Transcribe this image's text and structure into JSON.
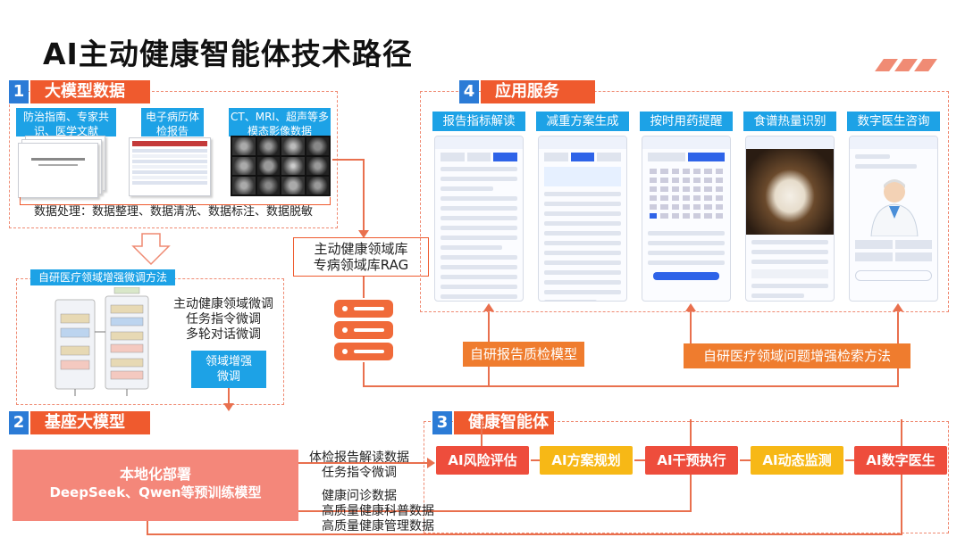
{
  "title": "AI主动健康智能体技术路径",
  "section1": {
    "num": "1",
    "header": "大模型数据",
    "sources": [
      "防治指南、专家共识、医学文献",
      "电子病历体检报告",
      "CT、MRI、超声等多模态影像数据"
    ],
    "processing": "数据处理：数据整理、数据清洗、数据标注、数据脱敏"
  },
  "finetune": {
    "header": "自研医疗领域增强微调方法",
    "lines": [
      "主动健康领域微调",
      "任务指令微调",
      "多轮对话微调"
    ],
    "domain_button": "领域增强微调"
  },
  "section2": {
    "num": "2",
    "header": "基座大模型",
    "deploy_line1": "本地化部署",
    "deploy_line2": "DeepSeek、Qwen等预训练模型",
    "flow1": [
      "体检报告解读数据",
      "任务指令微调"
    ],
    "flow2": [
      "健康问诊数据",
      "高质量健康科普数据",
      "高质量健康管理数据"
    ]
  },
  "rag": {
    "line1": "主动健康领域库",
    "line2": "专病领域库RAG"
  },
  "section4": {
    "num": "4",
    "header": "应用服务",
    "apps": [
      "报告指标解读",
      "减重方案生成",
      "按时用药提醒",
      "食谱热量识别",
      "数字医生咨询"
    ]
  },
  "quality_label": "自研报告质检模型",
  "retrieval_label": "自研医疗领域问题增强检索方法",
  "section3": {
    "num": "3",
    "header": "健康智能体",
    "agents": [
      "AI风险评估",
      "AI方案规划",
      "AI干预执行",
      "AI动态监测",
      "AI数字医生"
    ]
  },
  "colors": {
    "primary": "#ef5a2e",
    "blue": "#1da2e6",
    "yellow": "#f7b816",
    "red": "#ee4d3c"
  }
}
